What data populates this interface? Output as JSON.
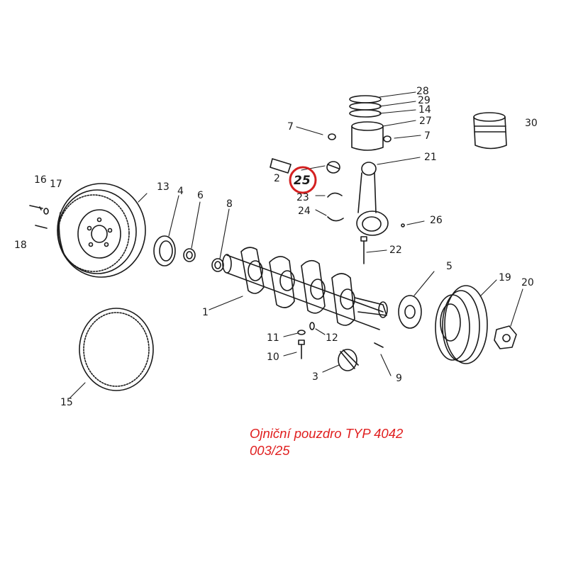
{
  "diagram": {
    "highlight_color": "#d42020",
    "ink_color": "#1a1a1a",
    "part_numbers": {
      "p1": "1",
      "p2": "2",
      "p3": "3",
      "p4": "4",
      "p5": "5",
      "p6": "6",
      "p7a": "7",
      "p7b": "7",
      "p8": "8",
      "p9": "9",
      "p10": "10",
      "p11": "11",
      "p12": "12",
      "p13": "13",
      "p14": "14",
      "p15": "15",
      "p16": "16",
      "p17": "17",
      "p18": "18",
      "p19": "19",
      "p20": "20",
      "p21": "21",
      "p22": "22",
      "p23": "23",
      "p24": "24",
      "p25": "25",
      "p26": "26",
      "p27": "27",
      "p28": "28",
      "p29": "29",
      "p30": "30"
    },
    "highlighted_part": "25"
  },
  "caption": {
    "line1": "Ojniční pouzdro TYP 4042",
    "line2": "003/25"
  }
}
